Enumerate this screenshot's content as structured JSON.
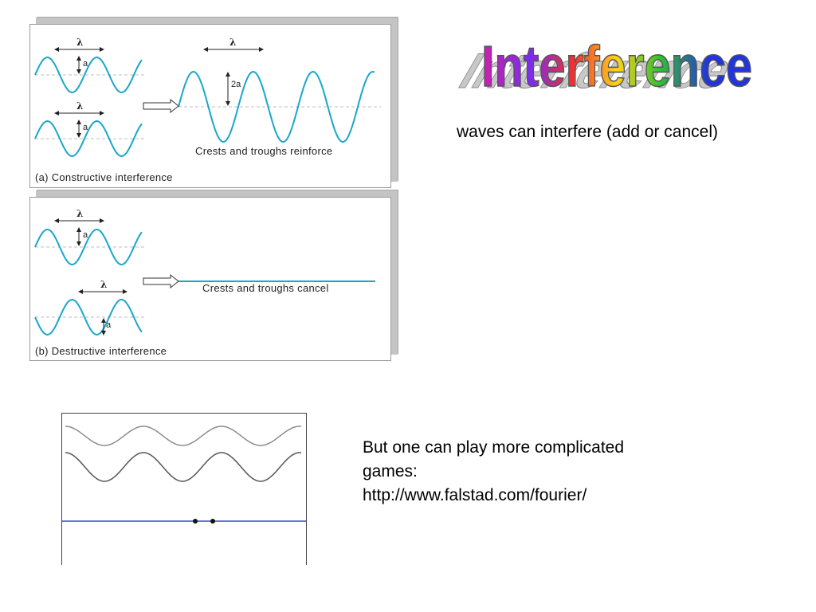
{
  "title": "Interference",
  "subtitle": "waves can interfere (add or cancel)",
  "panel_a": {
    "caption": "(a) Constructive interference",
    "result_label": "Crests and troughs reinforce",
    "wavelength_symbol": "λ",
    "amplitude_label": "a",
    "result_amplitude_label": "2a"
  },
  "panel_b": {
    "caption": "(b) Destructive interference",
    "result_label": "Crests and troughs cancel",
    "wavelength_symbol": "λ",
    "amplitude_label": "a"
  },
  "note": {
    "line1": "But one can play more complicated",
    "line2": "games:",
    "line3": "http://www.falstad.com/fourier/"
  },
  "colors": {
    "wave": "#1aa7c9",
    "dashed_axis": "#bfbfbf",
    "sim_wave_1": "#8c8c8c",
    "sim_wave_2": "#555555",
    "sim_axis": "#3344cc"
  }
}
